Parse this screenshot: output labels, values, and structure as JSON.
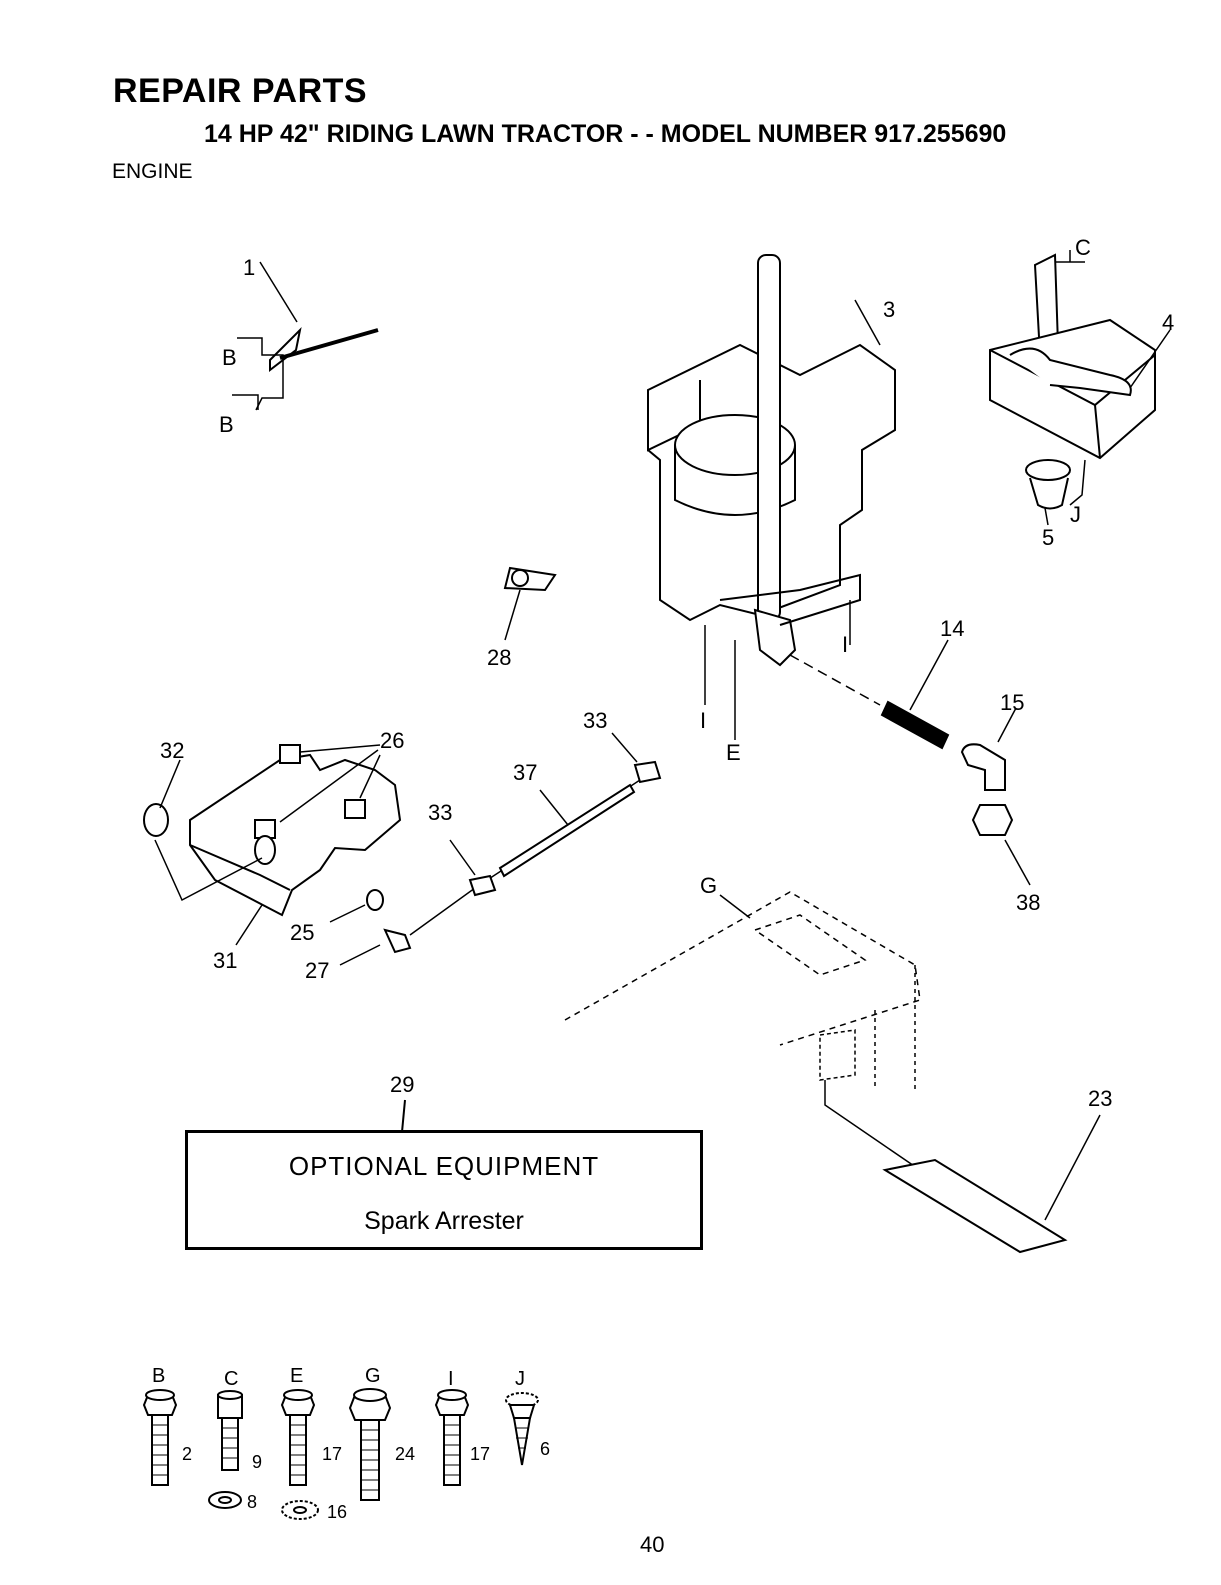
{
  "header": {
    "title": "REPAIR PARTS",
    "subtitle": "14 HP 42\" RIDING LAWN TRACTOR - - MODEL NUMBER 917.255690",
    "section": "ENGINE"
  },
  "callouts": {
    "c1": "1",
    "c3": "3",
    "c4": "4",
    "c5": "5",
    "c14": "14",
    "c15": "15",
    "c23": "23",
    "c25": "25",
    "c26": "26",
    "c27": "27",
    "c28": "28",
    "c29": "29",
    "c31": "31",
    "c32": "32",
    "c33a": "33",
    "c33b": "33",
    "c37": "37",
    "c38": "38"
  },
  "ref_letters": {
    "b1": "B",
    "b2": "B",
    "c": "C",
    "j": "J",
    "i1": "I",
    "i2": "I",
    "e": "E",
    "g": "G"
  },
  "optional_equipment": {
    "heading": "OPTIONAL EQUIPMENT",
    "item": "Spark Arrester"
  },
  "hardware": [
    {
      "letter": "B",
      "part": "2"
    },
    {
      "letter": "C",
      "part": "9",
      "washer": "8"
    },
    {
      "letter": "E",
      "part": "17",
      "washer": "16"
    },
    {
      "letter": "G",
      "part": "24"
    },
    {
      "letter": "I",
      "part": "17"
    },
    {
      "letter": "J",
      "part": "6"
    }
  ],
  "page_number": "40"
}
